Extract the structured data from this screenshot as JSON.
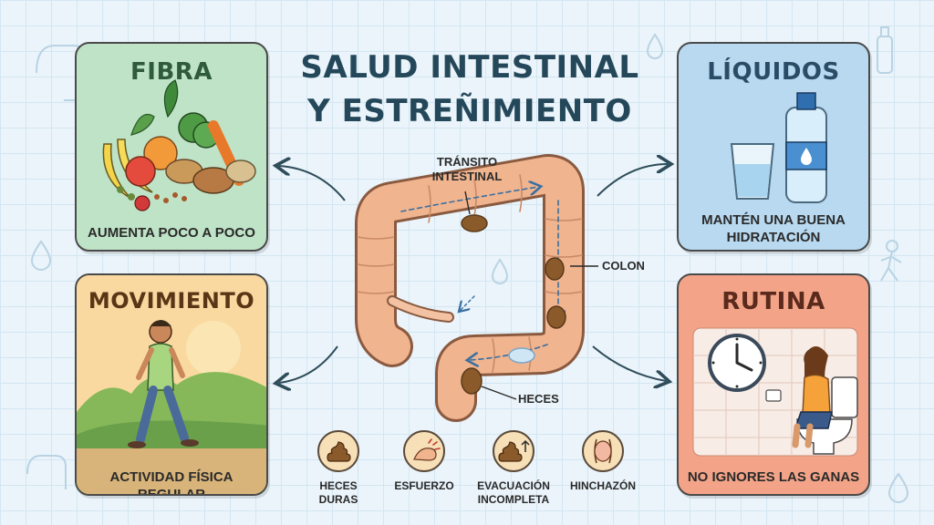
{
  "title": {
    "line1": "SALUD INTESTINAL",
    "line2": "Y ESTREÑIMIENTO"
  },
  "cards": {
    "fibra": {
      "title": "FIBRA",
      "caption": "AUMENTA POCO A POCO"
    },
    "liquidos": {
      "title": "LÍQUIDOS",
      "caption_line1": "MANTÉN UNA BUENA",
      "caption_line2": "HIDRATACIÓN"
    },
    "movimiento": {
      "title": "MOVIMIENTO",
      "caption": "ACTIVIDAD FÍSICA REGULAR"
    },
    "rutina": {
      "title": "RUTINA",
      "caption": "NO IGNORES LAS GANAS"
    }
  },
  "diagram_labels": {
    "transit_line1": "TRÁNSITO",
    "transit_line2": "INTESTINAL",
    "colon": "COLON",
    "heces": "HECES"
  },
  "symptoms": [
    {
      "line1": "HECES",
      "line2": "DURAS",
      "icon": "stool-icon"
    },
    {
      "line1": "ESFUERZO",
      "line2": "",
      "icon": "strain-icon"
    },
    {
      "line1": "EVACUACIÓN",
      "line2": "INCOMPLETA",
      "icon": "stool-arrow-icon"
    },
    {
      "line1": "HINCHAZÓN",
      "line2": "",
      "icon": "bloating-icon"
    }
  ],
  "colors": {
    "fibra": "#bfe3c7",
    "liquidos": "#b8d9ef",
    "movimiento": "#f6c784",
    "rutina": "#f3a488",
    "title": "#24485a",
    "colon": "#f0b48f",
    "stool": "#8a5a2b"
  }
}
